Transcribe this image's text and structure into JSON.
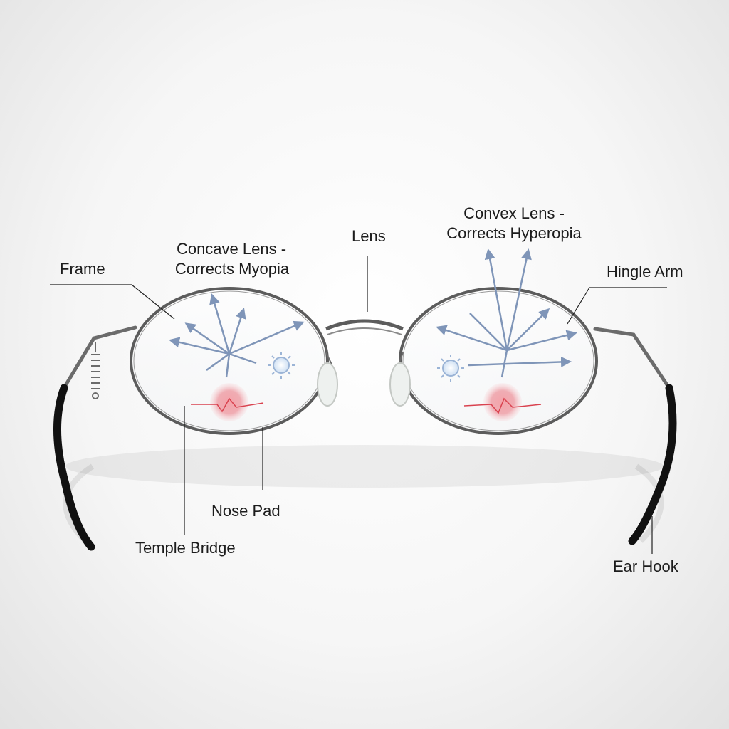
{
  "labels": {
    "frame": "Frame",
    "concave_line1": "Concave Lens -",
    "concave_line2": "Corrects Myopia",
    "lens": "Lens",
    "convex_line1": "Convex Lens -",
    "convex_line2": "Corrects Hyperopia",
    "hinge_arm": "Hingle Arm",
    "nose_pad": "Nose Pad",
    "temple_bridge": "Temple Bridge",
    "ear_hook": "Ear Hook"
  },
  "colors": {
    "frame_metal": "#5c5c5c",
    "ray_arrows": "#7f95b8",
    "focal_spot": "#e87c86",
    "sun_icon": "#9bb4d6",
    "temple_tip": "#111111"
  }
}
